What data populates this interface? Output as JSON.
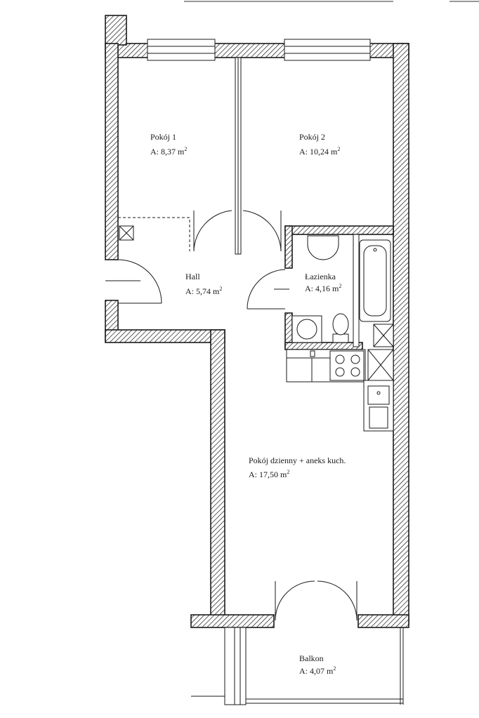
{
  "rooms": [
    {
      "id": "pokoj1",
      "name": "Pokój 1",
      "area": "A: 8,37 m",
      "unit_sup": "2"
    },
    {
      "id": "pokoj2",
      "name": "Pokój 2",
      "area": "A: 10,24 m",
      "unit_sup": "2"
    },
    {
      "id": "hall",
      "name": "Hall",
      "area": "A: 5,74 m",
      "unit_sup": "2"
    },
    {
      "id": "lazienka",
      "name": "Łazienka",
      "area": "A: 4,16 m",
      "unit_sup": "2"
    },
    {
      "id": "pokoj-dzienny",
      "name": "Pokój dzienny + aneks kuch.",
      "area": "A: 17,50 m",
      "unit_sup": "2"
    },
    {
      "id": "balkon",
      "name": "Balkon",
      "area": "A: 4,07 m",
      "unit_sup": "2"
    }
  ],
  "colors": {
    "line": "#1a1a1a",
    "background": "#ffffff"
  }
}
